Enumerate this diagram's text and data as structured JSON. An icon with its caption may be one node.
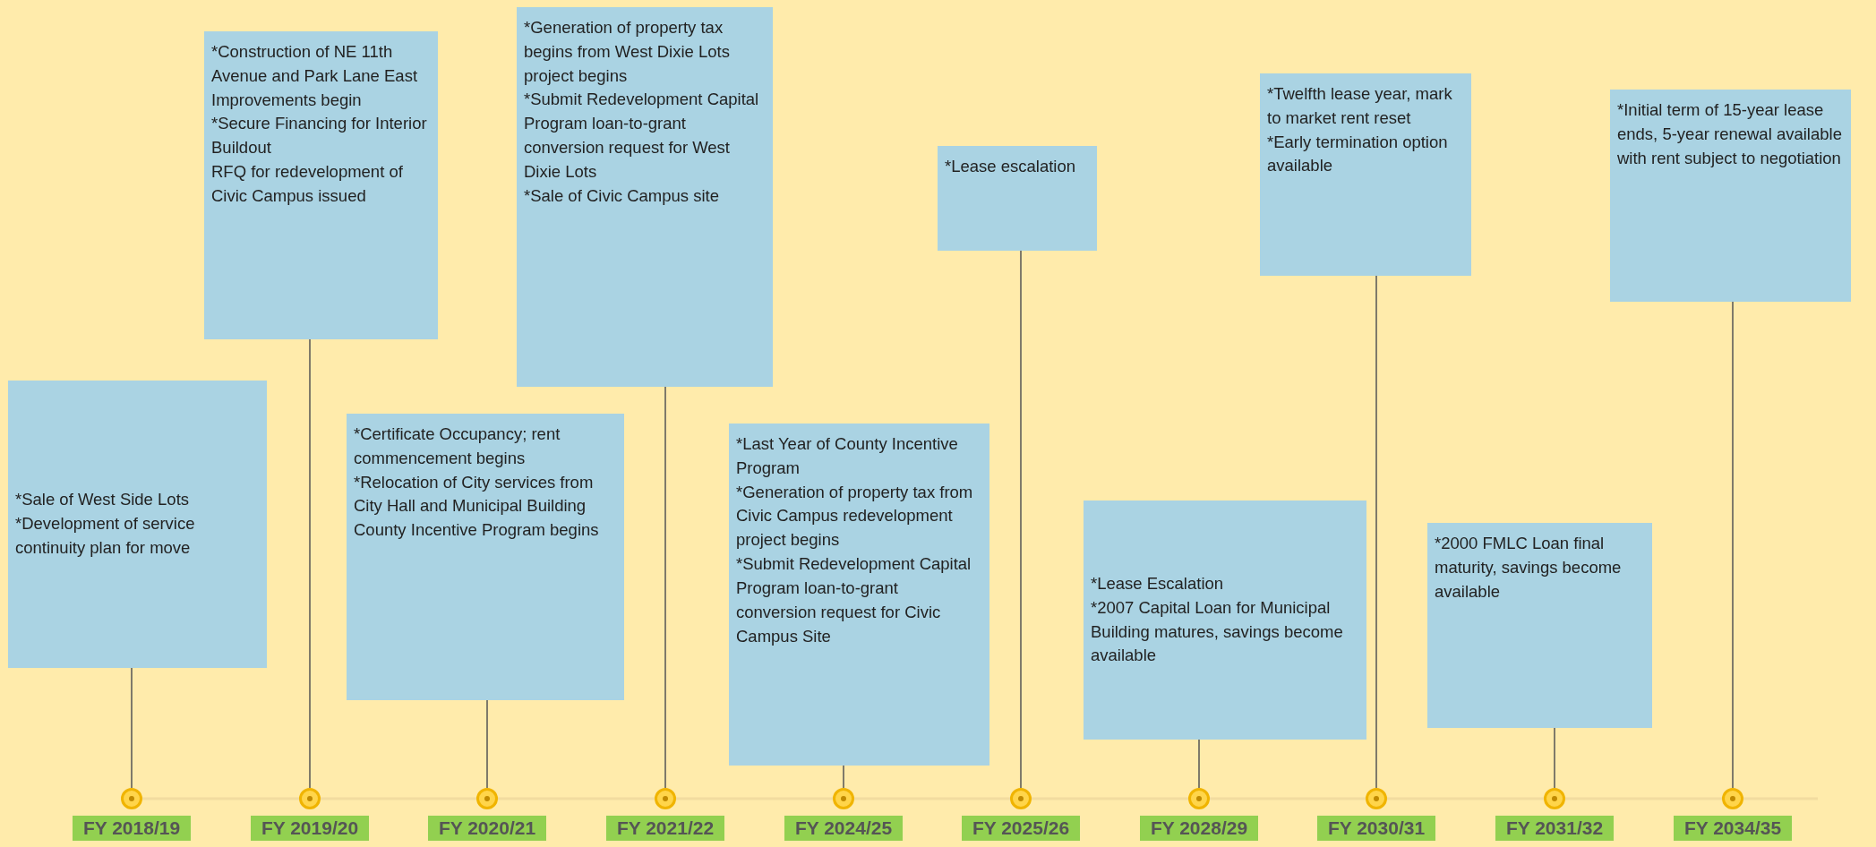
{
  "diagram": {
    "nodes": [
      {
        "text": [
          "*Sale of West Side Lots",
          "*Development of service continuity plan for move"
        ]
      },
      {
        "text": [
          "*Construction of NE 11th Avenue and Park Lane East Improvements begin",
          "*Secure Financing for Interior Buildout",
          "RFQ for redevelopment of Civic Campus issued"
        ]
      },
      {
        "text": [
          "*Certificate Occupancy; rent commencement begins",
          "*Relocation of City services from City Hall and Municipal Building",
          "County Incentive Program begins"
        ]
      },
      {
        "text": [
          "*Generation of property tax begins from West Dixie Lots project begins",
          "*Submit Redevelopment Capital Program loan-to-grant conversion request for West Dixie Lots",
          "*Sale of Civic Campus site"
        ]
      },
      {
        "text": [
          "*Last Year of County Incentive Program",
          "*Generation of property tax from Civic Campus redevelopment project begins",
          "*Submit Redevelopment Capital Program loan-to-grant conversion request for Civic Campus Site"
        ]
      },
      {
        "text": [
          "*Lease escalation"
        ]
      },
      {
        "text": [
          "*Lease Escalation",
          "*2007 Capital Loan for Municipal Building matures, savings become available"
        ]
      },
      {
        "text": [
          "*Twelfth lease year, mark to market rent reset",
          "*Early termination option available"
        ]
      },
      {
        "text": [
          "*2000 FMLC Loan final maturity,  savings become available"
        ]
      },
      {
        "text": [
          "*Initial term of 15-year lease ends, 5-year renewal available with rent subject to negotiation"
        ]
      },
      {
        "text": [],
        "shape": "circle"
      },
      {
        "text": [],
        "shape": "circle"
      },
      {
        "text": [],
        "shape": "circle"
      },
      {
        "text": [],
        "shape": "circle"
      },
      {
        "text": [],
        "shape": "circle"
      },
      {
        "text": [],
        "shape": "circle"
      },
      {
        "text": [],
        "shape": "circle"
      },
      {
        "text": [],
        "shape": "circle"
      },
      {
        "text": [],
        "shape": "circle"
      },
      {
        "text": [],
        "shape": "circle"
      },
      {
        "text": [
          "FY 2018/19"
        ]
      },
      {
        "text": [
          "FY 2019/20"
        ]
      },
      {
        "text": [
          "FY 2020/21"
        ]
      },
      {
        "text": [
          "FY 2021/22"
        ]
      },
      {
        "text": [
          "FY 2024/25"
        ]
      },
      {
        "text": [
          "FY 2025/26"
        ]
      },
      {
        "text": [
          "FY 2028/29"
        ]
      },
      {
        "text": [
          "FY 2030/31"
        ]
      },
      {
        "text": [
          "FY 2031/32"
        ]
      },
      {
        "text": [
          "FY 2034/35"
        ]
      }
    ],
    "edges": [
      {
        "from": 0,
        "to": 10,
        "arrow": "none"
      },
      {
        "from": 1,
        "to": 11,
        "arrow": "none"
      },
      {
        "from": 2,
        "to": 12,
        "arrow": "none"
      },
      {
        "from": 3,
        "to": 13,
        "arrow": "none"
      },
      {
        "from": 4,
        "to": 14,
        "arrow": "none"
      },
      {
        "from": 5,
        "to": 15,
        "arrow": "none"
      },
      {
        "from": 6,
        "to": 16,
        "arrow": "none"
      },
      {
        "from": 7,
        "to": 17,
        "arrow": "none"
      },
      {
        "from": 8,
        "to": 18,
        "arrow": "none"
      },
      {
        "from": 9,
        "to": 19,
        "arrow": "none"
      }
    ]
  }
}
